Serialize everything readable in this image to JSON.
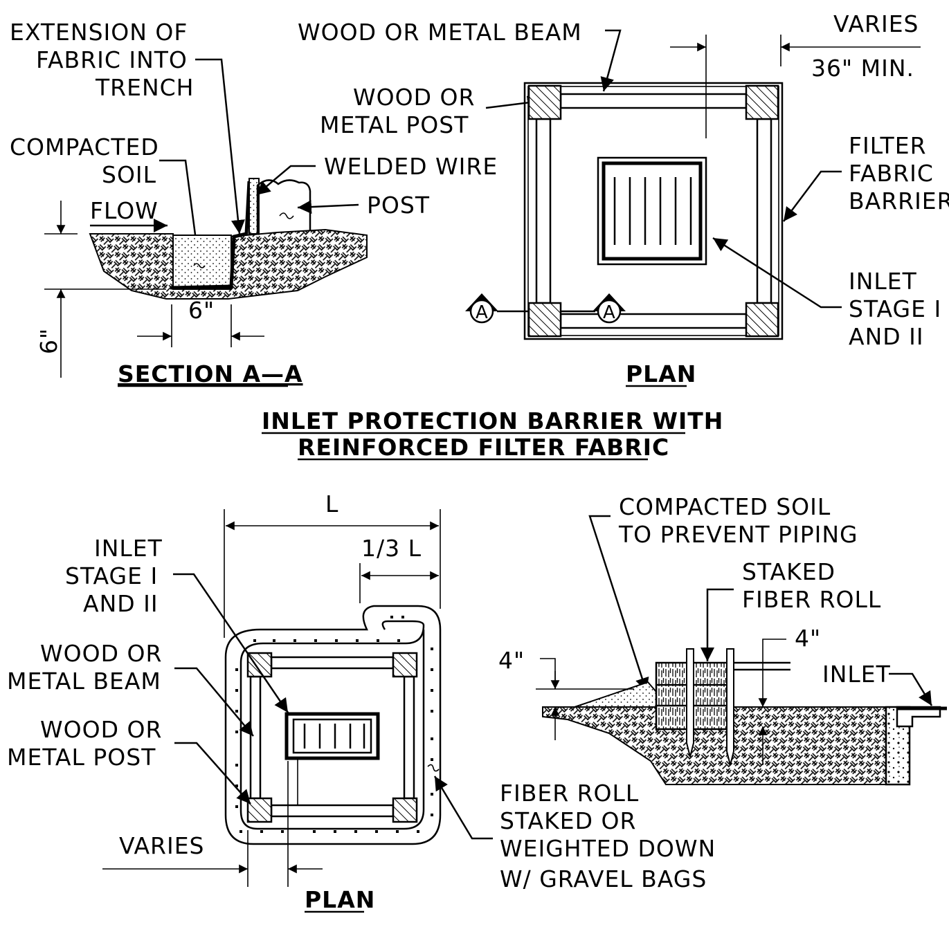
{
  "section_aa": {
    "label_extension": [
      "EXTENSION OF",
      "FABRIC INTO",
      "TRENCH"
    ],
    "label_compacted_soil": [
      "COMPACTED",
      "SOIL"
    ],
    "label_welded_wire": "WELDED WIRE",
    "label_post": "POST",
    "label_flow": "FLOW",
    "dim_trench_width": "6\"",
    "dim_trench_depth": "6\"",
    "title": "SECTION A—A"
  },
  "plan_top": {
    "label_beam": "WOOD OR METAL BEAM",
    "label_post": [
      "WOOD OR",
      "METAL POST"
    ],
    "label_varies": "VARIES",
    "label_min": "36\" MIN.",
    "label_fabric": [
      "FILTER",
      "FABRIC",
      "BARRIER"
    ],
    "label_inlet": [
      "INLET",
      "STAGE I",
      "AND II"
    ],
    "section_marker": "A",
    "title": "PLAN"
  },
  "main_title": [
    "INLET PROTECTION BARRIER WITH",
    "REINFORCED FILTER FABRIC"
  ],
  "plan_bottom": {
    "dim_l": "L",
    "dim_third": "1/3 L",
    "label_inlet": [
      "INLET",
      "STAGE I",
      "AND II"
    ],
    "label_beam": [
      "WOOD OR",
      "METAL BEAM"
    ],
    "label_post": [
      "WOOD OR",
      "METAL POST"
    ],
    "label_varies": "VARIES",
    "label_fiber_roll": [
      "FIBER ROLL",
      "STAKED OR",
      "WEIGHTED DOWN",
      "W/ GRAVEL BAGS"
    ],
    "title": "PLAN"
  },
  "section_roll": {
    "label_compacted": [
      "COMPACTED SOIL",
      "TO PREVENT PIPING"
    ],
    "label_staked": [
      "STAKED",
      "FIBER ROLL"
    ],
    "dim_left": "4\"",
    "dim_right": "4\"",
    "label_inlet": "INLET"
  }
}
